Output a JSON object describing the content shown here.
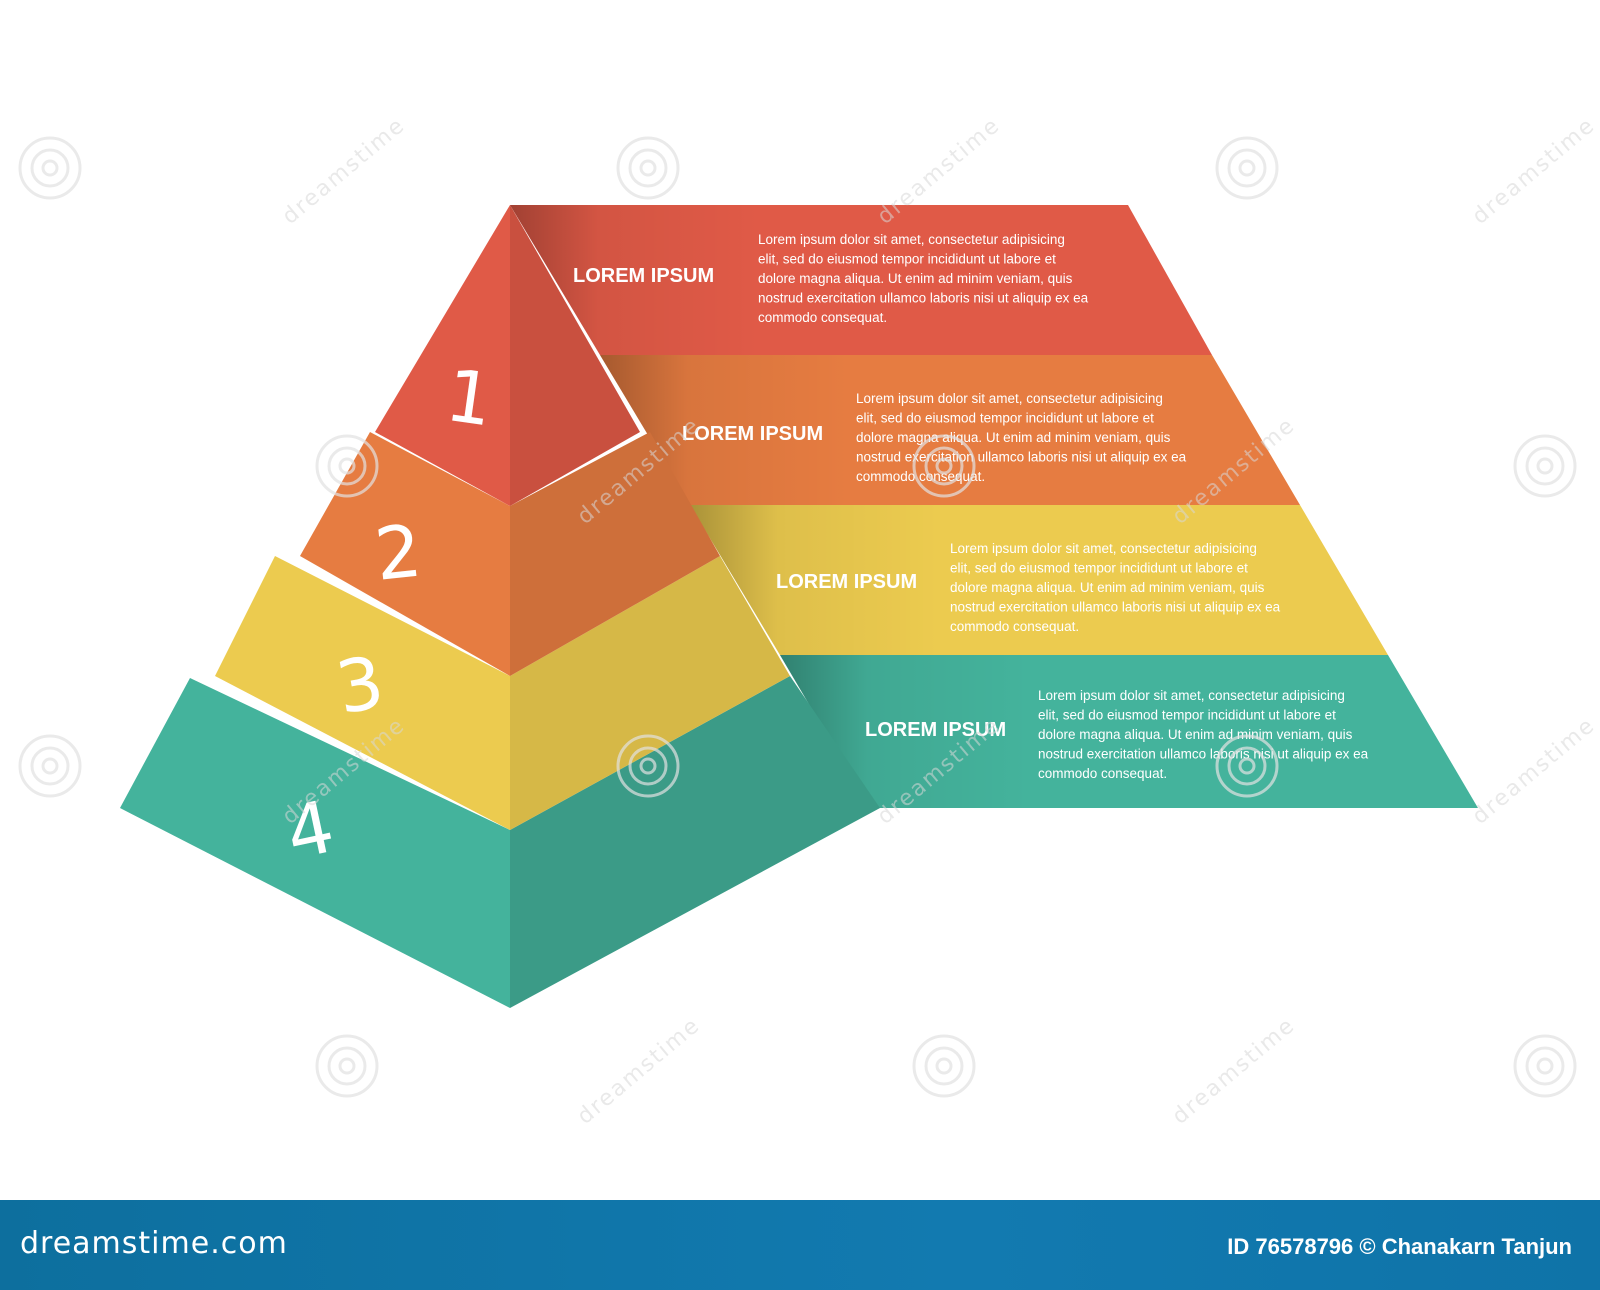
{
  "colors": {
    "level1": "#e05a47",
    "level2": "#e67c41",
    "level3": "#eccb4f",
    "level4": "#44b39c",
    "footer": "#0f73a8"
  },
  "levels": [
    {
      "number": "1",
      "title": "LOREM IPSUM",
      "lines": [
        "Lorem ipsum dolor sit amet, consectetur adipisicing",
        "elit, sed do eiusmod tempor incididunt ut labore et",
        "dolore magna aliqua. Ut enim ad minim veniam, quis",
        "nostrud exercitation ullamco laboris nisi ut aliquip ex ea",
        "commodo consequat."
      ]
    },
    {
      "number": "2",
      "title": "LOREM IPSUM",
      "lines": [
        "Lorem ipsum dolor sit amet, consectetur adipisicing",
        "elit, sed do eiusmod tempor incididunt ut labore et",
        "dolore magna aliqua. Ut enim ad minim veniam, quis",
        "nostrud exercitation ullamco laboris nisi ut aliquip ex ea",
        "commodo consequat."
      ]
    },
    {
      "number": "3",
      "title": "LOREM IPSUM",
      "lines": [
        "Lorem ipsum dolor sit amet, consectetur adipisicing",
        "elit, sed do eiusmod tempor incididunt ut labore et",
        "dolore magna aliqua. Ut enim ad minim veniam, quis",
        "nostrud exercitation ullamco laboris nisi ut aliquip ex ea",
        "commodo consequat."
      ]
    },
    {
      "number": "4",
      "title": "LOREM IPSUM",
      "lines": [
        "Lorem ipsum dolor sit amet, consectetur adipisicing",
        "elit, sed do eiusmod tempor incididunt ut labore et",
        "dolore magna aliqua. Ut enim ad minim veniam, quis",
        "nostrud exercitation ullamco laboris nisi ut aliquip ex ea",
        "commodo consequat."
      ]
    }
  ],
  "watermark": {
    "text": "dreamstime"
  },
  "footer": {
    "brand": "dreamstime.com",
    "credit": "ID 76578796 © Chanakarn Tanjun"
  }
}
